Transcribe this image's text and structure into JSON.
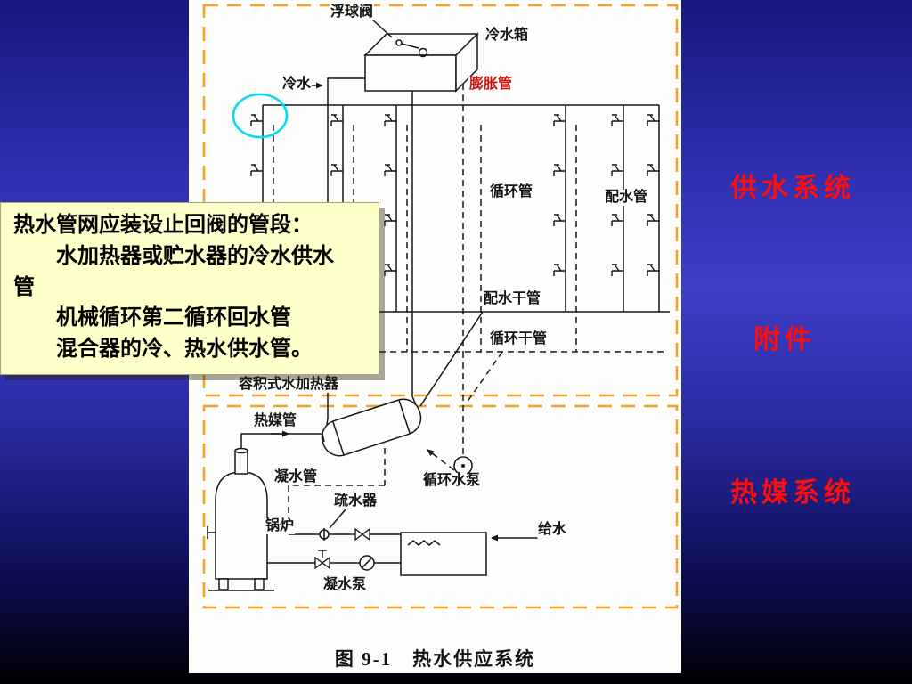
{
  "slide": {
    "caption": "图 9-1　热水供应系统",
    "background": {
      "top": "#17177f",
      "middle": "#3e3ec9",
      "bottom": "#000002"
    }
  },
  "section_labels": [
    {
      "label": "供水系统"
    },
    {
      "label": "附件"
    },
    {
      "label": "热媒系统"
    }
  ],
  "section_label_color": "#ff0d0d",
  "callout": {
    "lines": [
      "热水管网应装设止回阀的管段：",
      "　　水加热器或贮水器的冷水供水",
      "管",
      "　　机械循环第二循环回水管",
      "　　混合器的冷、热水供水管。"
    ]
  },
  "diagram": {
    "border_color": "#f2a12c",
    "highlight_color": "#00dcf2",
    "expansion_label_color": "#cc1111",
    "labels": {
      "float_valve": "浮球阀",
      "cold_water_tank": "冷水箱",
      "cold_water": "冷水",
      "expansion_pipe": "膨胀管",
      "circulation_pipe": "循环管",
      "distribution_pipe": "配水管",
      "distribution_main": "配水干管",
      "circulation_main": "循环干管",
      "volumetric_heater": "容积式水加热器",
      "heat_medium_pipe": "热媒管",
      "condensate_pipe": "凝水管",
      "circulation_pump": "循环水泵",
      "steam_trap": "疏水器",
      "boiler": "锅炉",
      "feed_water": "给水",
      "condensate_pump": "凝水泵"
    }
  }
}
